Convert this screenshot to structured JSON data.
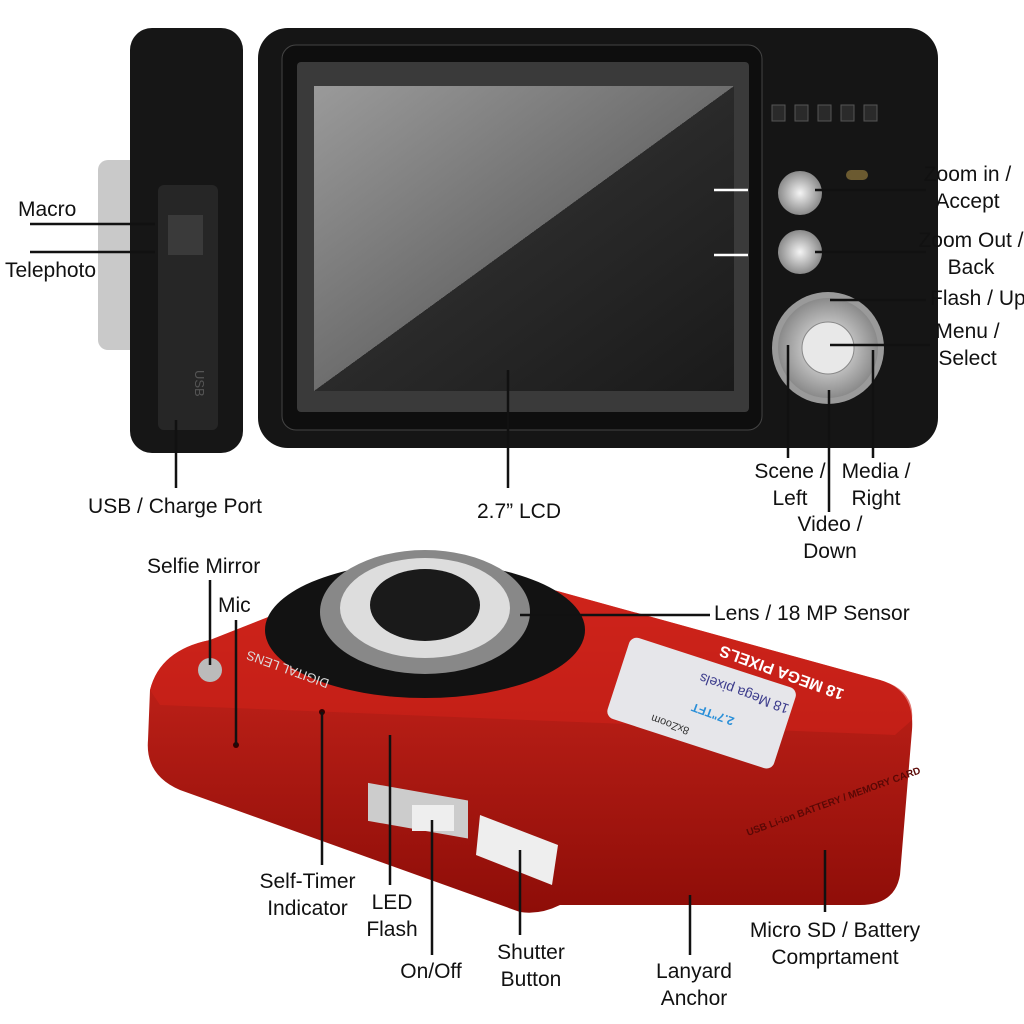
{
  "colors": {
    "camera_red": "#b3140f",
    "camera_black": "#161616",
    "label_text": "#111111"
  },
  "camera_print": {
    "body_text": "18 MEGA PIXELS",
    "sticker_text": "18 Mega pixels",
    "screen_badge": "2.7\"TFT",
    "zoom_badge": "8xZoom",
    "lens_ring": "DIGITAL LENS",
    "side_port": "USB",
    "side_text": "USB Li-ion BATTERY / MEMORY CARD"
  },
  "labels": {
    "macro": "Macro",
    "telephoto": "Telephoto",
    "usb_port": "USB / Charge Port",
    "lcd": "2.7” LCD",
    "zoom_in": [
      "Zoom in /",
      "Accept"
    ],
    "zoom_out": [
      "Zoom Out /",
      "Back"
    ],
    "flash_up": "Flash / Up",
    "menu": [
      "Menu /",
      "Select"
    ],
    "scene": [
      "Scene /",
      "Left"
    ],
    "media": [
      "Media /",
      "Right"
    ],
    "video": [
      "Video /",
      "Down"
    ],
    "selfie_mirror": "Selfie Mirror",
    "mic": "Mic",
    "lens": "Lens / 18 MP Sensor",
    "self_timer": [
      "Self-Timer",
      "Indicator"
    ],
    "led_flash": [
      "LED",
      "Flash"
    ],
    "on_off": "On/Off",
    "shutter": [
      "Shutter",
      "Button"
    ],
    "lanyard": [
      "Lanyard",
      "Anchor"
    ],
    "microsd": [
      "Micro SD / Battery",
      "Comprtament"
    ]
  }
}
